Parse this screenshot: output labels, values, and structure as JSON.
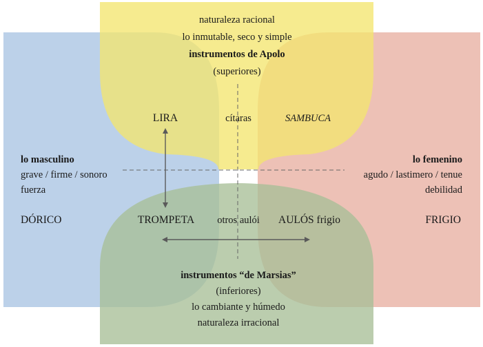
{
  "colors": {
    "blue": "#a9c4e3",
    "red": "#e8b0a1",
    "yellow": "#f3e56f",
    "green": "#a8bf97",
    "dashed": "#666666",
    "arrow": "#5a5a5a"
  },
  "top": {
    "line1": "naturaleza racional",
    "line2": "lo inmutable, seco y simple",
    "line3": "instrumentos de Apolo",
    "line4": "(superiores)"
  },
  "left": {
    "title": "lo masculino",
    "line2": "grave / firme / sonoro",
    "line3": "fuerza",
    "mode": "DÓRICO"
  },
  "right": {
    "title": "lo femenino",
    "line2": "agudo / lastimero / tenue",
    "line3": "debilidad",
    "mode": "FRIGIO"
  },
  "upper_row": {
    "lira": "LIRA",
    "citaras": "cítaras",
    "sambuca": "SAMBUCA"
  },
  "lower_row": {
    "trompeta": "TROMPETA",
    "otros": "otros aulói",
    "aulos": "AULÓS frigio"
  },
  "bottom": {
    "line1": "instrumentos “de Marsias”",
    "line2": "(inferiores)",
    "line3": "lo cambiante y húmedo",
    "line4": "naturaleza irracional"
  }
}
